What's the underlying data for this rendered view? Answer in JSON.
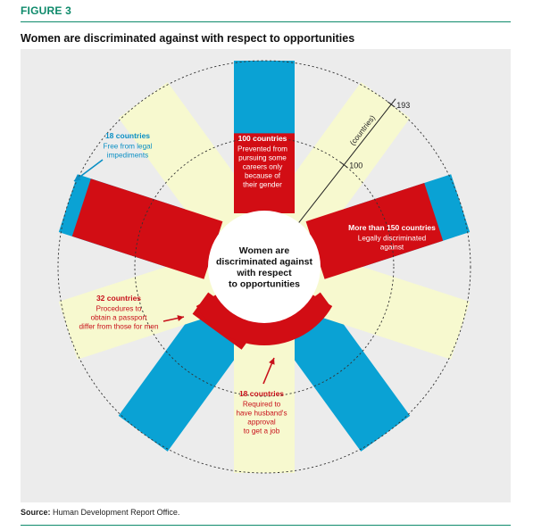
{
  "figure_label": "FIGURE 3",
  "title": "Women are discriminated against with respect to opportunities",
  "source_label": "Source:",
  "source_text": "Human Development Report Office.",
  "colors": {
    "accent": "#0e8a6b",
    "discriminated": "#d20d14",
    "free": "#0aa2d4",
    "neutral": "#f7f9cf",
    "panel": "#ececec"
  },
  "chart_data": {
    "type": "radial-bar",
    "title": "Women are discriminated against with respect to opportunities",
    "center_label": [
      "Women are",
      "discriminated against",
      "with respect",
      "to opportunities"
    ],
    "scale": {
      "max": 193,
      "reference_value": 100,
      "axis_label": "(countries)",
      "tick_labels": [
        "193",
        "100"
      ]
    },
    "spokes": [
      {
        "id": "careers",
        "direction_deg": 0,
        "value": 100,
        "color": "discriminated"
      },
      {
        "id": "legally",
        "direction_deg": 72,
        "value": 157,
        "color": "discriminated"
      },
      {
        "id": "husband",
        "direction_deg": 144,
        "value": 18,
        "color": "discriminated"
      },
      {
        "id": "passport",
        "direction_deg": 216,
        "value": 32,
        "color": "discriminated"
      },
      {
        "id": "free",
        "direction_deg": 288,
        "value": 175,
        "color": "discriminated"
      },
      {
        "id": "neutral-1",
        "direction_deg": 36,
        "value": 0,
        "color": "neutral"
      },
      {
        "id": "neutral-2",
        "direction_deg": 108,
        "value": 0,
        "color": "neutral"
      },
      {
        "id": "neutral-3",
        "direction_deg": 180,
        "value": 0,
        "color": "neutral"
      },
      {
        "id": "neutral-4",
        "direction_deg": 252,
        "value": 0,
        "color": "neutral"
      },
      {
        "id": "neutral-5",
        "direction_deg": 324,
        "value": 0,
        "color": "neutral"
      }
    ],
    "annotations": [
      {
        "id": "careers",
        "heading": "100 countries",
        "body": [
          "Prevented from",
          "pursuing some",
          "careers only",
          "because of",
          "their gender"
        ]
      },
      {
        "id": "legally",
        "heading": "More than 150 countries",
        "body": [
          "Legally discriminated",
          "against"
        ]
      },
      {
        "id": "husband",
        "heading": "18 countries",
        "body": [
          "Required to",
          "have husband's",
          "approval",
          "to get a job"
        ]
      },
      {
        "id": "passport",
        "heading": "32 countries",
        "body": [
          "Procedures to",
          "obtain a passport",
          "differ from those for men"
        ]
      },
      {
        "id": "free",
        "heading": "18 countries",
        "body": [
          "Free from legal",
          "impediments"
        ]
      }
    ]
  }
}
